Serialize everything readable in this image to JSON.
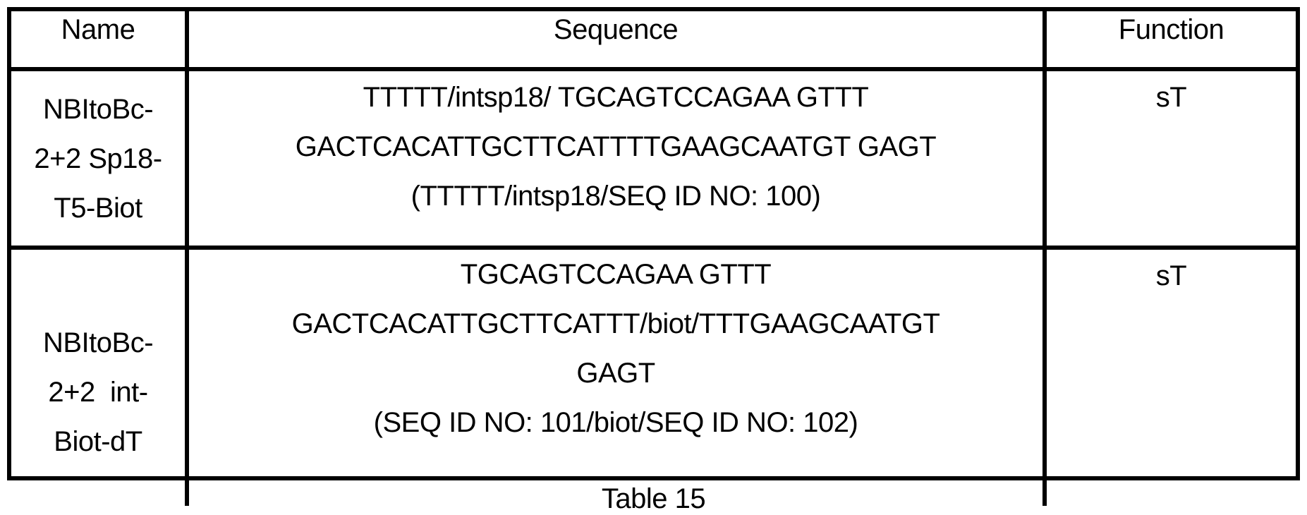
{
  "table": {
    "headers": {
      "name": "Name",
      "sequence": "Sequence",
      "function": "Function"
    },
    "rows": [
      {
        "name_lines": [
          "NBItoBc-",
          "2+2 Sp18-",
          "T5-Biot"
        ],
        "sequence_lines": [
          "TTTTT/intsp18/ TGCAGTCCAGAA GTTT",
          "GACTCACATTGCTTCATTTTGAAGCAATGT GAGT",
          "(TTTTT/intsp18/SEQ ID NO: 100)"
        ],
        "function": "sT"
      },
      {
        "name_lines": [
          "NBItoBc-",
          "2+2  int-",
          "Biot-dT"
        ],
        "sequence_lines": [
          "TGCAGTCCAGAA GTTT",
          "GACTCACATTGCTTCATTT/biot/TTTGAAGCAATGT",
          "GAGT",
          "(SEQ ID NO: 101/biot/SEQ ID NO: 102)"
        ],
        "function": "sT"
      }
    ]
  },
  "caption": "Table 15"
}
